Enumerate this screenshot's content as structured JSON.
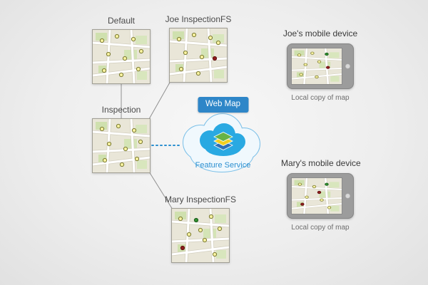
{
  "diagram": {
    "nodes": {
      "default": {
        "label": "Default"
      },
      "joe_fs": {
        "label": "Joe InspectionFS"
      },
      "inspection": {
        "label": "Inspection"
      },
      "mary_fs": {
        "label": "Mary InspectionFS"
      }
    },
    "cloud": {
      "badge": "Web Map",
      "service": "Feature Service"
    },
    "devices": {
      "joe": {
        "title": "Joe's mobile device",
        "caption": "Local copy of map"
      },
      "mary": {
        "title": "Mary's mobile device",
        "caption": "Local copy of map"
      }
    }
  },
  "colors": {
    "badge_bg": "#2e86c8",
    "cloud_stroke": "#7cc0e8",
    "cloud_fill": "#f0f8fd",
    "inner_cloud": "#29a9e2",
    "service_text": "#2b8fd0",
    "connector": "#909090",
    "dots": {
      "y": {
        "fill": "#f7f1a0",
        "stroke": "#7a7a30"
      },
      "r": {
        "fill": "#8e1d1d",
        "stroke": "#5f1010"
      },
      "g": {
        "fill": "#2f8f2f",
        "stroke": "#1d5c1d"
      }
    }
  },
  "maps": {
    "default": {
      "dots": [
        [
          13,
          15,
          "y"
        ],
        [
          34,
          9,
          "y"
        ],
        [
          57,
          13,
          "y"
        ],
        [
          68,
          30,
          "y"
        ],
        [
          22,
          34,
          "y"
        ],
        [
          45,
          40,
          "y"
        ],
        [
          64,
          55,
          "y"
        ],
        [
          16,
          57,
          "y"
        ],
        [
          40,
          63,
          "y"
        ]
      ]
    },
    "joe_fs": {
      "dots": [
        [
          13,
          15,
          "y"
        ],
        [
          34,
          9,
          "y"
        ],
        [
          57,
          13,
          "y"
        ],
        [
          68,
          20,
          "y"
        ],
        [
          22,
          34,
          "y"
        ],
        [
          45,
          40,
          "y"
        ],
        [
          16,
          57,
          "y"
        ],
        [
          40,
          63,
          "y"
        ],
        [
          63,
          42,
          "r"
        ]
      ]
    },
    "inspection": {
      "dots": [
        [
          13,
          14,
          "y"
        ],
        [
          36,
          10,
          "y"
        ],
        [
          58,
          16,
          "y"
        ],
        [
          67,
          32,
          "y"
        ],
        [
          23,
          35,
          "y"
        ],
        [
          46,
          42,
          "y"
        ],
        [
          62,
          56,
          "y"
        ],
        [
          17,
          58,
          "y"
        ],
        [
          41,
          64,
          "y"
        ]
      ]
    },
    "mary_fs": {
      "dots": [
        [
          12,
          14,
          "y"
        ],
        [
          55,
          11,
          "y"
        ],
        [
          67,
          28,
          "y"
        ],
        [
          24,
          36,
          "y"
        ],
        [
          46,
          44,
          "y"
        ],
        [
          60,
          64,
          "y"
        ],
        [
          40,
          30,
          "y"
        ],
        [
          34,
          16,
          "g"
        ],
        [
          15,
          55,
          "r"
        ]
      ]
    },
    "joe_device": {
      "dots": [
        [
          12,
          14,
          "y"
        ],
        [
          33,
          10,
          "y"
        ],
        [
          22,
          34,
          "y"
        ],
        [
          44,
          28,
          "y"
        ],
        [
          15,
          55,
          "y"
        ],
        [
          40,
          60,
          "y"
        ],
        [
          58,
          40,
          "r"
        ],
        [
          56,
          12,
          "g"
        ]
      ]
    },
    "mary_device": {
      "dots": [
        [
          13,
          13,
          "y"
        ],
        [
          36,
          18,
          "y"
        ],
        [
          24,
          40,
          "y"
        ],
        [
          48,
          46,
          "y"
        ],
        [
          60,
          62,
          "y"
        ],
        [
          56,
          13,
          "g"
        ],
        [
          17,
          55,
          "r"
        ],
        [
          44,
          30,
          "r"
        ]
      ]
    }
  }
}
